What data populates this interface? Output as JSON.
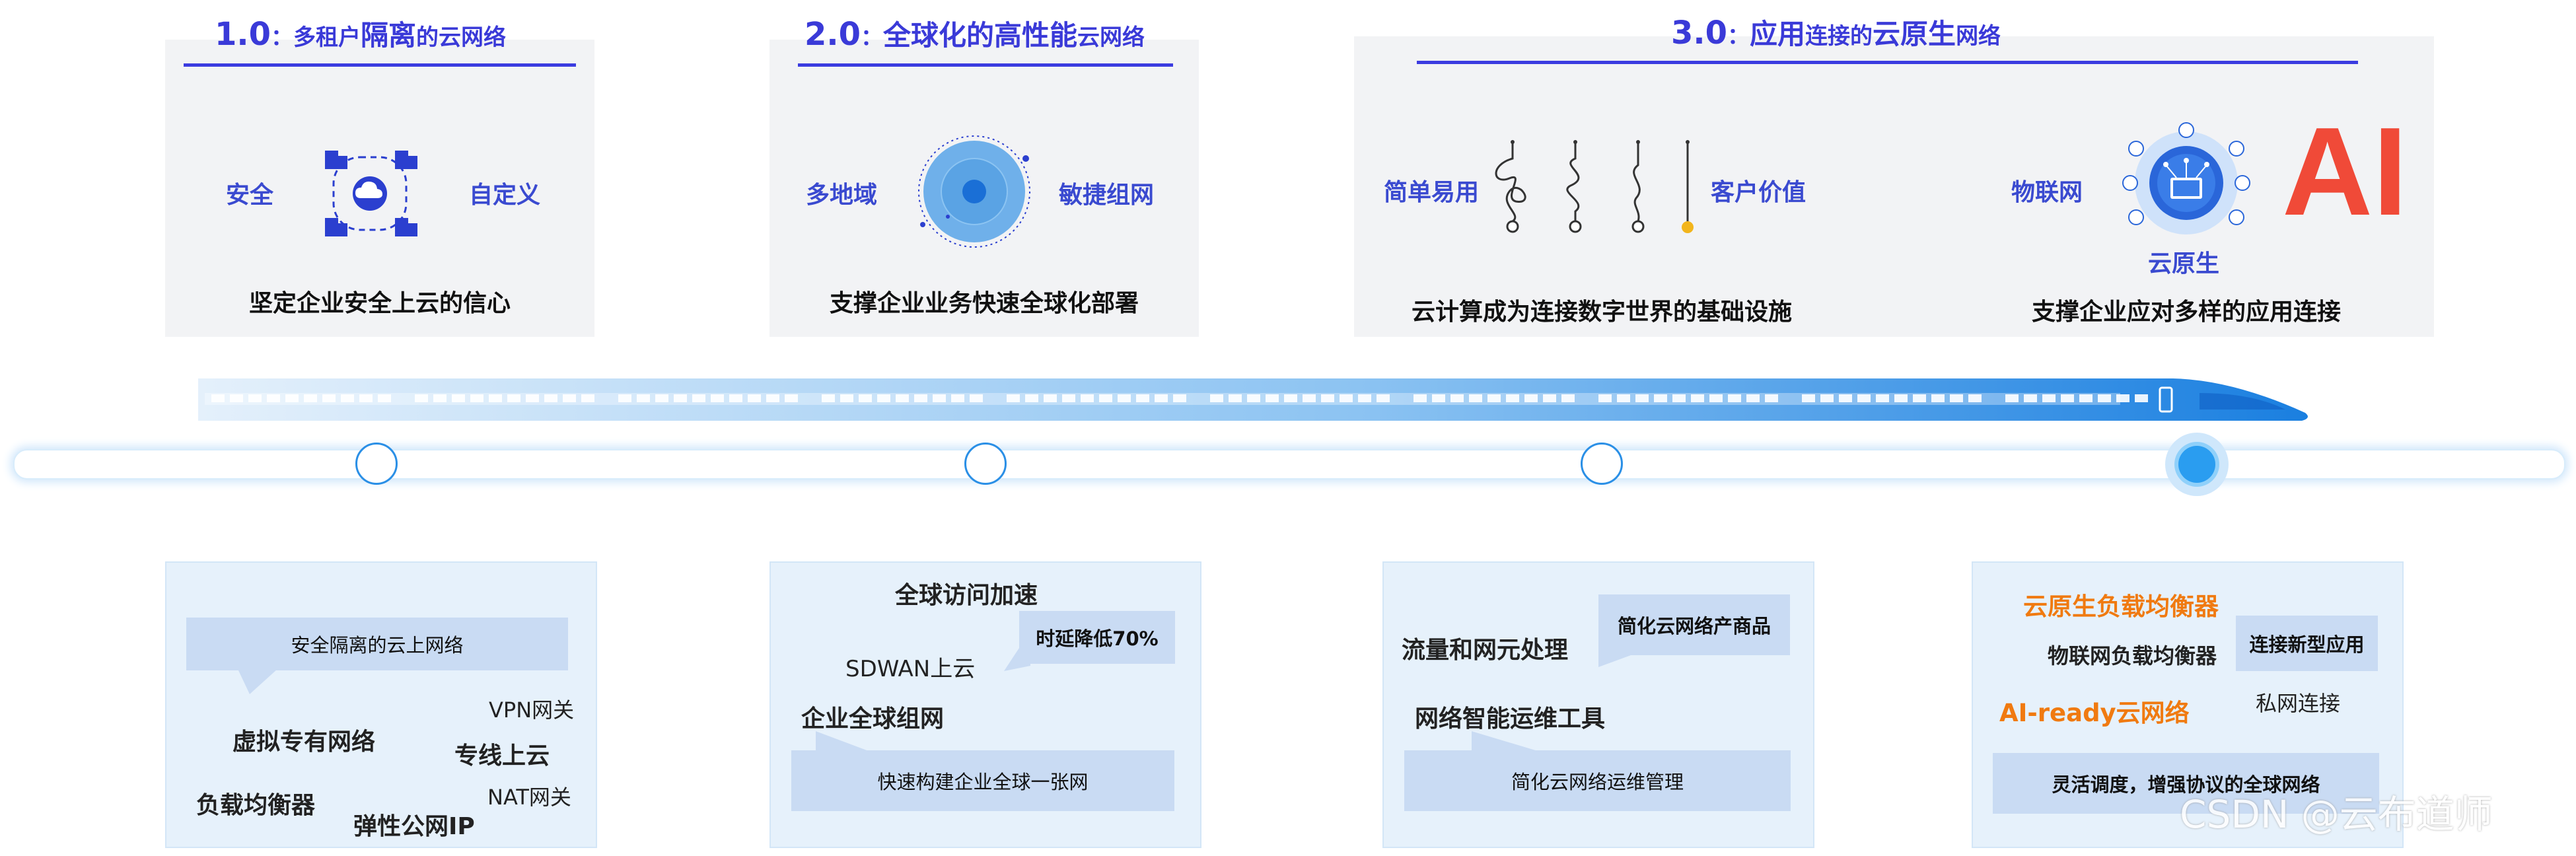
{
  "phases": [
    {
      "version": "1.0",
      "title_prefix": "：多租户",
      "title_mid": "隔离",
      "title_suffix": "的云网络",
      "left_label": "安全",
      "right_label": "自定义",
      "subtitle": "坚定企业安全上云的信心"
    },
    {
      "version": "2.0",
      "title_prefix": "：",
      "title_mid": "全球化的高性能",
      "title_suffix": "云网络",
      "left_label": "多地域",
      "right_label": "敏捷组网",
      "subtitle": "支撑企业业务快速全球化部署"
    },
    {
      "version": "3.0",
      "title_prefix": "：",
      "title_mid": "应用",
      "title_mid2": "连接的",
      "title_mid3": "云原生",
      "title_suffix": "网络",
      "group1_left": "简单易用",
      "group1_right": "客户价值",
      "group1_subtitle": "云计算成为连接数字世界的基础设施",
      "group2_left": "物联网",
      "group2_ai": "AI",
      "group2_center": "云原生",
      "group2_subtitle": "支撑企业应对多样的应用连接"
    }
  ],
  "bottom_cards": [
    {
      "bubble1": "安全隔离的云上网络",
      "items": [
        "虚拟专有网络",
        "VPN网关",
        "专线上云",
        "负载均衡器",
        "NAT网关",
        "弹性公网IP"
      ]
    },
    {
      "heading": "全球访问加速",
      "bubble1": "时延降低70%",
      "items": [
        "SDWAN上云",
        "企业全球组网"
      ],
      "bubble2": "快速构建企业全球一张网"
    },
    {
      "bubble1": "简化云网络产商品",
      "items": [
        "流量和网元处理",
        "网络智能运维工具"
      ],
      "bubble2": "简化云网络运维管理"
    },
    {
      "orange1": "云原生负载均衡器",
      "bubble1": "连接新型应用",
      "items": [
        "物联网负载均衡器",
        "私网连接"
      ],
      "orange2": "AI-ready云网络",
      "bubble2": "灵活调度，增强协议的全球网络"
    }
  ],
  "watermark": "CSDN @云布道师",
  "colors": {
    "accent": "#3a3ad8",
    "ai_red": "#f04a38",
    "orange": "#f07a10",
    "train_blue": "#1a7fe0"
  }
}
